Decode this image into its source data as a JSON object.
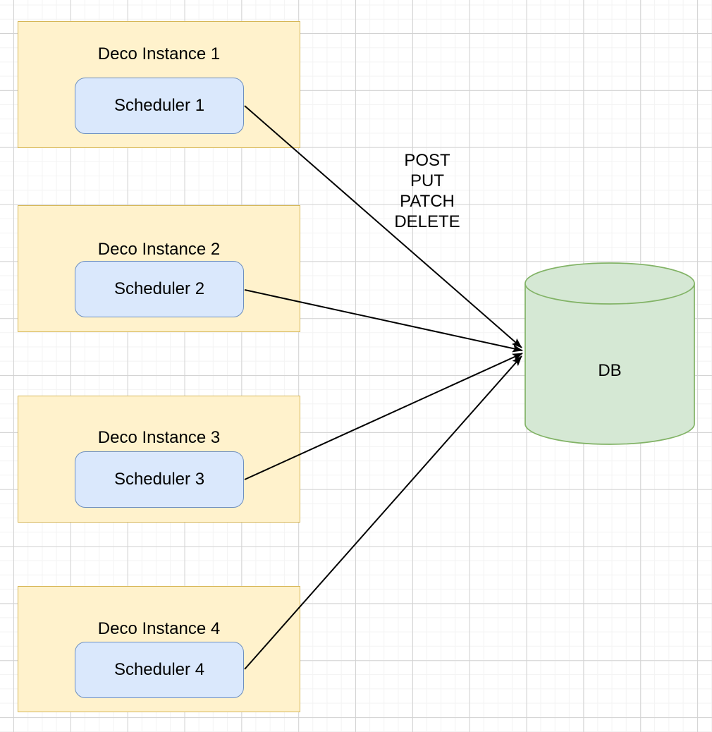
{
  "diagram": {
    "instances": [
      {
        "label": "Deco Instance 1",
        "scheduler": "Scheduler 1"
      },
      {
        "label": "Deco Instance 2",
        "scheduler": "Scheduler 2"
      },
      {
        "label": "Deco Instance 3",
        "scheduler": "Scheduler 3"
      },
      {
        "label": "Deco Instance 4",
        "scheduler": "Scheduler 4"
      }
    ],
    "http_methods": [
      "POST",
      "PUT",
      "PATCH",
      "DELETE"
    ],
    "database": {
      "label": "DB"
    },
    "colors": {
      "instance_fill": "#fff2cc",
      "instance_border": "#d6b656",
      "scheduler_fill": "#dae8fc",
      "scheduler_border": "#6c8ebf",
      "db_fill": "#d5e8d4",
      "db_border": "#82b366",
      "connector": "#000000",
      "grid_minor": "#f3f3f3",
      "grid_major": "#d2d2d2",
      "background": "#ffffff",
      "text": "#000000"
    }
  }
}
